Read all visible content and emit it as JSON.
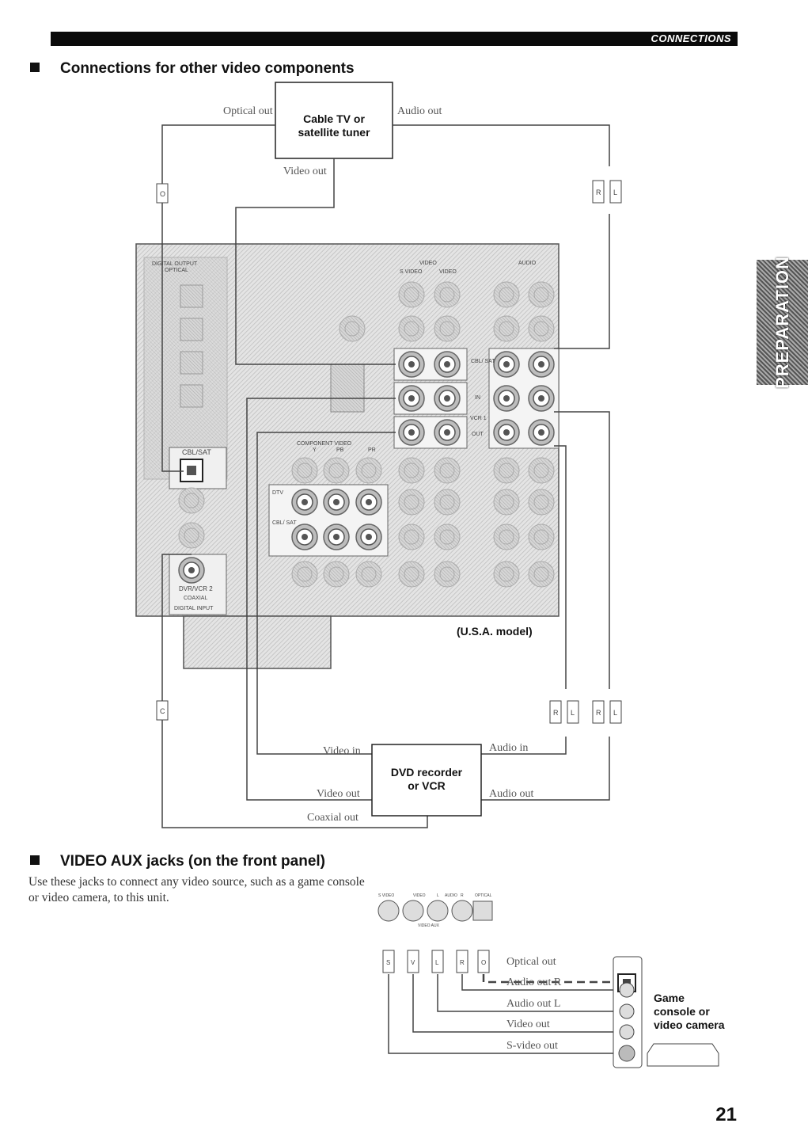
{
  "header": {
    "section_label": "CONNECTIONS"
  },
  "side_tab": {
    "label": "PREPARATION"
  },
  "section1": {
    "title": "Connections for other video components",
    "tuner_box": {
      "line1": "Cable TV or",
      "line2": "satellite tuner"
    },
    "tuner_labels": {
      "optical_out": "Optical out",
      "audio_out": "Audio out",
      "video_out": "Video out"
    },
    "rear_panel": {
      "digital_output": "DIGITAL OUTPUT",
      "optical": "OPTICAL",
      "video": "VIDEO",
      "s_video": "S VIDEO",
      "video_jack": "VIDEO",
      "audio": "AUDIO",
      "cbl_sat": "CBL/ SAT",
      "in": "IN",
      "vcr1": "VCR 1",
      "out": "OUT",
      "component_video": "COMPONENT VIDEO",
      "y": "Y",
      "pb": "PB",
      "pr": "PR",
      "dtv": "DTV",
      "cbl_sat_comp": "CBL/ SAT",
      "optical_cbl_sat": "CBL/SAT",
      "coaxial_dvr": "DVR/VCR 2",
      "coaxial": "COAXIAL",
      "digital_input": "DIGITAL INPUT",
      "model_note": "(U.S.A. model)"
    },
    "dvd_box": {
      "line1": "DVD recorder",
      "line2": "or VCR"
    },
    "dvd_labels": {
      "video_in": "Video in",
      "audio_in": "Audio in",
      "video_out": "Video out",
      "audio_out": "Audio out",
      "coaxial_out": "Coaxial out"
    },
    "plug_letters": {
      "o": "O",
      "c": "C",
      "r": "R",
      "l": "L"
    }
  },
  "section2": {
    "title": "VIDEO AUX jacks (on the front panel)",
    "description": "Use these jacks to connect any video source, such as a game console or video camera, to this unit.",
    "front_panel": {
      "s_video": "S VIDEO",
      "video": "VIDEO",
      "l": "L",
      "audio": "AUDIO",
      "r": "R",
      "optical": "OPTICAL",
      "video_aux": "VIDEO AUX"
    },
    "cable_labels": {
      "optical_out": "Optical out",
      "audio_out_r": "Audio out R",
      "audio_out_l": "Audio out L",
      "video_out": "Video out",
      "s_video_out": "S-video out"
    },
    "device": {
      "line1": "Game",
      "line2": "console or",
      "line3": "video camera"
    },
    "plug_letters": {
      "s": "S",
      "v": "V",
      "l": "L",
      "r": "R",
      "o": "O"
    }
  },
  "page_number": "21"
}
